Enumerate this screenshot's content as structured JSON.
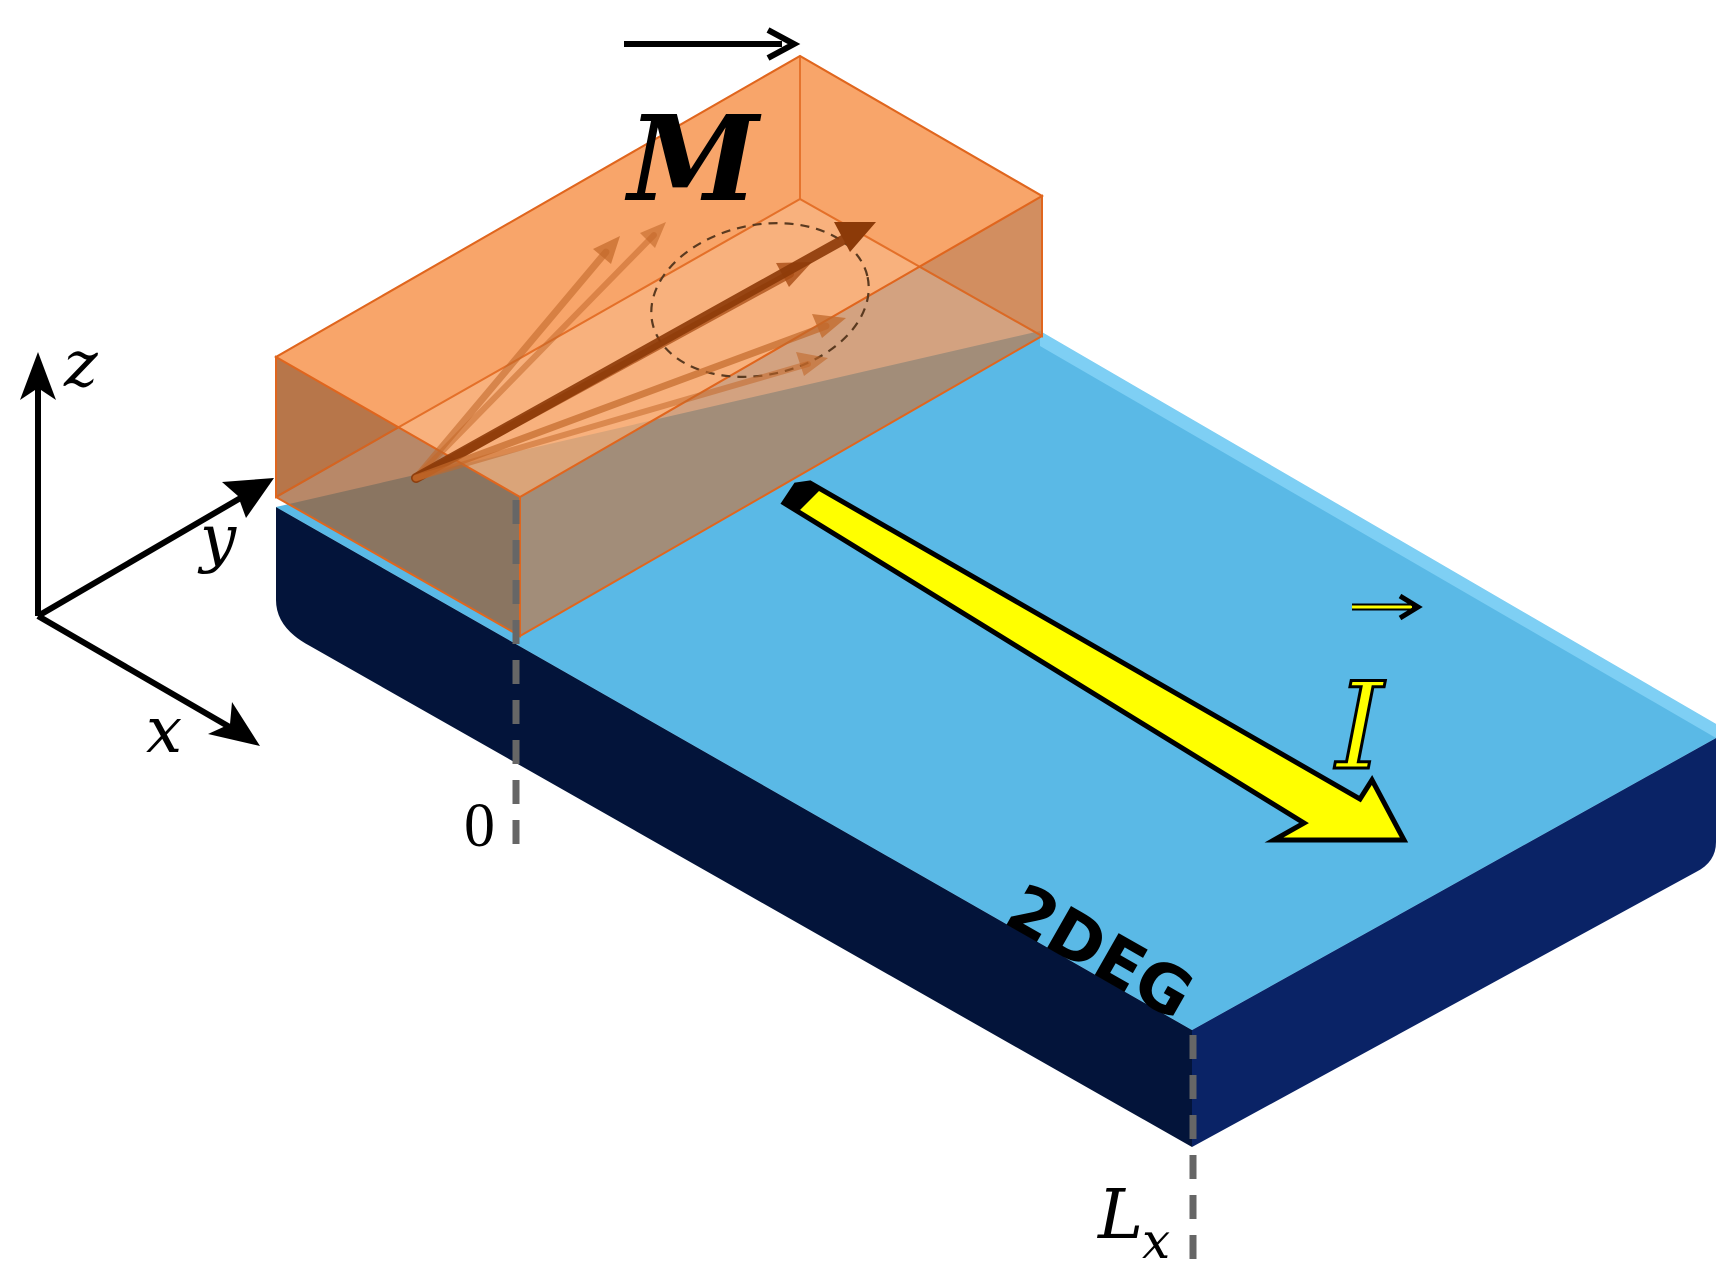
{
  "labels": {
    "magnetization": "M",
    "current": "I",
    "layer": "2DEG",
    "origin": "0",
    "length_main": "L",
    "length_sub": "x",
    "axis_z": "z",
    "axis_y": "y",
    "axis_x": "x"
  },
  "colors": {
    "substrate_top": "#5ab9e6",
    "substrate_top_edge": "#82d2f5",
    "substrate_side_front": "#03143a",
    "substrate_side_right": "#0a2366",
    "magnet_fill": "#f7873c",
    "magnet_edge": "#e0661e",
    "moment_arrow": "#b7561c",
    "current_arrow": "#ffff00",
    "outline": "#000000",
    "guide_line": "#666666"
  },
  "icons": {
    "magnetization_vector": "vector-arrow-icon",
    "current_vector": "vector-arrow-icon"
  }
}
